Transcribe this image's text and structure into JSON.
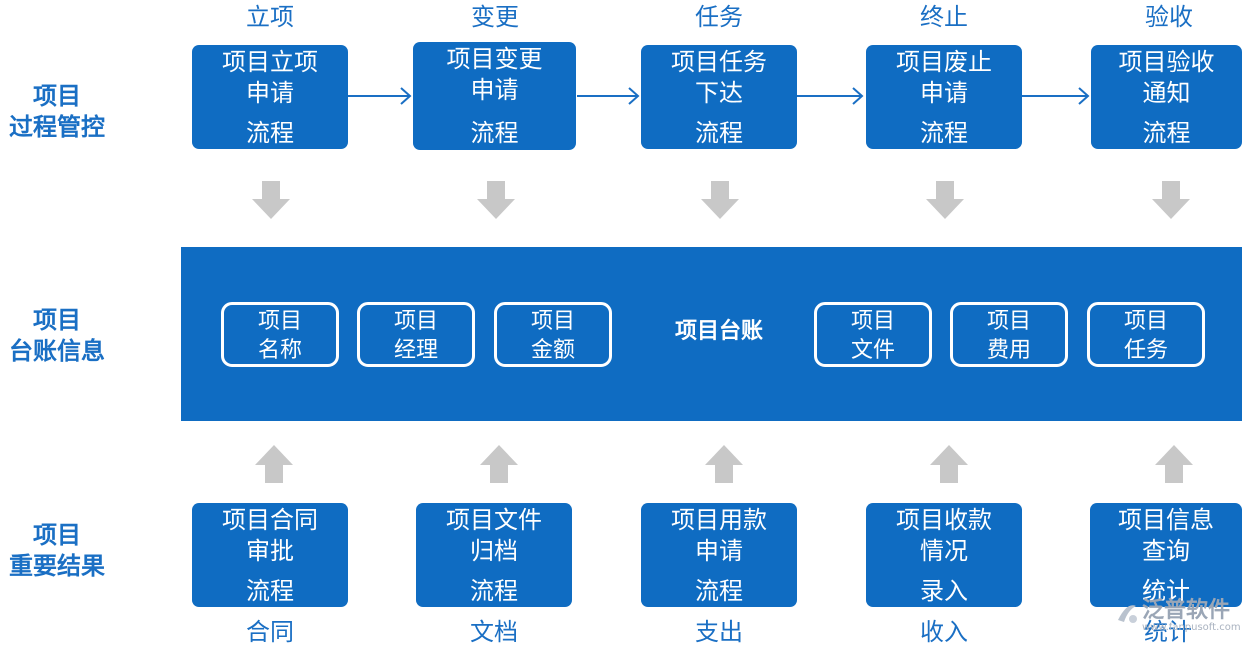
{
  "row_labels": {
    "process": [
      "项目",
      "过程管控"
    ],
    "ledger": [
      "项目",
      "台账信息"
    ],
    "results": [
      "项目",
      "重要结果"
    ]
  },
  "process_stages": [
    {
      "label": "立项",
      "box": [
        "项目立项",
        "申请",
        "流程"
      ]
    },
    {
      "label": "变更",
      "box": [
        "项目变更",
        "申请",
        "流程"
      ]
    },
    {
      "label": "任务",
      "box": [
        "项目任务",
        "下达",
        "流程"
      ]
    },
    {
      "label": "终止",
      "box": [
        "项目废止",
        "申请",
        "流程"
      ]
    },
    {
      "label": "验收",
      "box": [
        "项目验收",
        "通知",
        "流程"
      ]
    }
  ],
  "ledger": {
    "title": "项目台账",
    "items_left": [
      [
        "项目",
        "名称"
      ],
      [
        "项目",
        "经理"
      ],
      [
        "项目",
        "金额"
      ]
    ],
    "items_right": [
      [
        "项目",
        "文件"
      ],
      [
        "项目",
        "费用"
      ],
      [
        "项目",
        "任务"
      ]
    ]
  },
  "result_stages": [
    {
      "label": "合同",
      "box": [
        "项目合同",
        "审批",
        "流程"
      ]
    },
    {
      "label": "文档",
      "box": [
        "项目文件",
        "归档",
        "流程"
      ]
    },
    {
      "label": "支出",
      "box": [
        "项目用款",
        "申请",
        "流程"
      ]
    },
    {
      "label": "收入",
      "box": [
        "项目收款",
        "情况",
        "录入"
      ]
    },
    {
      "label": "统计",
      "box": [
        "项目信息",
        "查询",
        "统计"
      ]
    }
  ],
  "watermark": {
    "brand": "泛普软件",
    "url": "www.fanpusoft.com"
  },
  "colors": {
    "primary": "#0f6cc2",
    "label": "#1a6fc4",
    "arrow_gray": "#c8c8c8"
  }
}
